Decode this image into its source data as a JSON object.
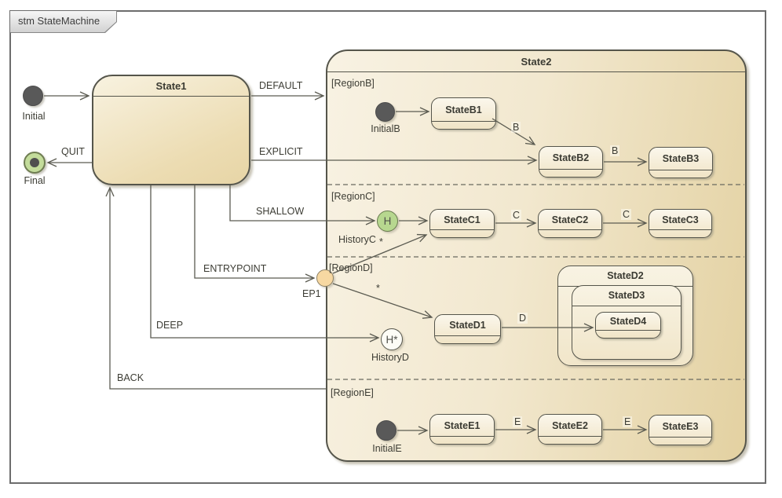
{
  "frame": {
    "title": "stm StateMachine"
  },
  "state1": {
    "title": "State1"
  },
  "state2": {
    "title": "State2",
    "regions": {
      "b": {
        "label": "[RegionB]"
      },
      "c": {
        "label": "[RegionC]"
      },
      "d": {
        "label": "[RegionD]"
      },
      "e": {
        "label": "[RegionE]"
      }
    }
  },
  "states": {
    "b1": "StateB1",
    "b2": "StateB2",
    "b3": "StateB3",
    "c1": "StateC1",
    "c2": "StateC2",
    "c3": "StateC3",
    "d1": "StateD1",
    "d2": "StateD2",
    "d3": "StateD3",
    "d4": "StateD4",
    "e1": "StateE1",
    "e2": "StateE2",
    "e3": "StateE3"
  },
  "pseudostates": {
    "initial": {
      "label": "Initial"
    },
    "final": {
      "label": "Final"
    },
    "initial_b": {
      "label": "InitialB"
    },
    "history_c": {
      "label": "HistoryC",
      "glyph": "H"
    },
    "ep1": {
      "label": "EP1"
    },
    "history_d": {
      "label": "HistoryD",
      "glyph": "H*"
    },
    "initial_e": {
      "label": "InitialE"
    }
  },
  "transitions": {
    "default": "DEFAULT",
    "explicit": "EXPLICIT",
    "shallow": "SHALLOW",
    "entrypoint": "ENTRYPOINT",
    "deep": "DEEP",
    "back": "BACK",
    "quit": "QUIT",
    "b1_b2": "B",
    "b2_b3": "B",
    "c1_c2": "C",
    "c2_c3": "C",
    "d1_d4": "D",
    "e1_e2": "E",
    "e2_e3": "E",
    "ep1_c1": "*",
    "ep1_d1": "*"
  },
  "colors": {
    "state_fill_light": "#f8f2e1",
    "state_fill_dark": "#e3d1a1",
    "state_border": "#55554b",
    "connector": "#5b5b51",
    "initial_fill": "#595959",
    "final_fill": "#c3dc9b",
    "shallow_history_fill": "#b7d78f",
    "deep_history_fill": "#fdfcf6",
    "entry_point_fill": "#f7d8a2",
    "text": "#3d3d35"
  }
}
